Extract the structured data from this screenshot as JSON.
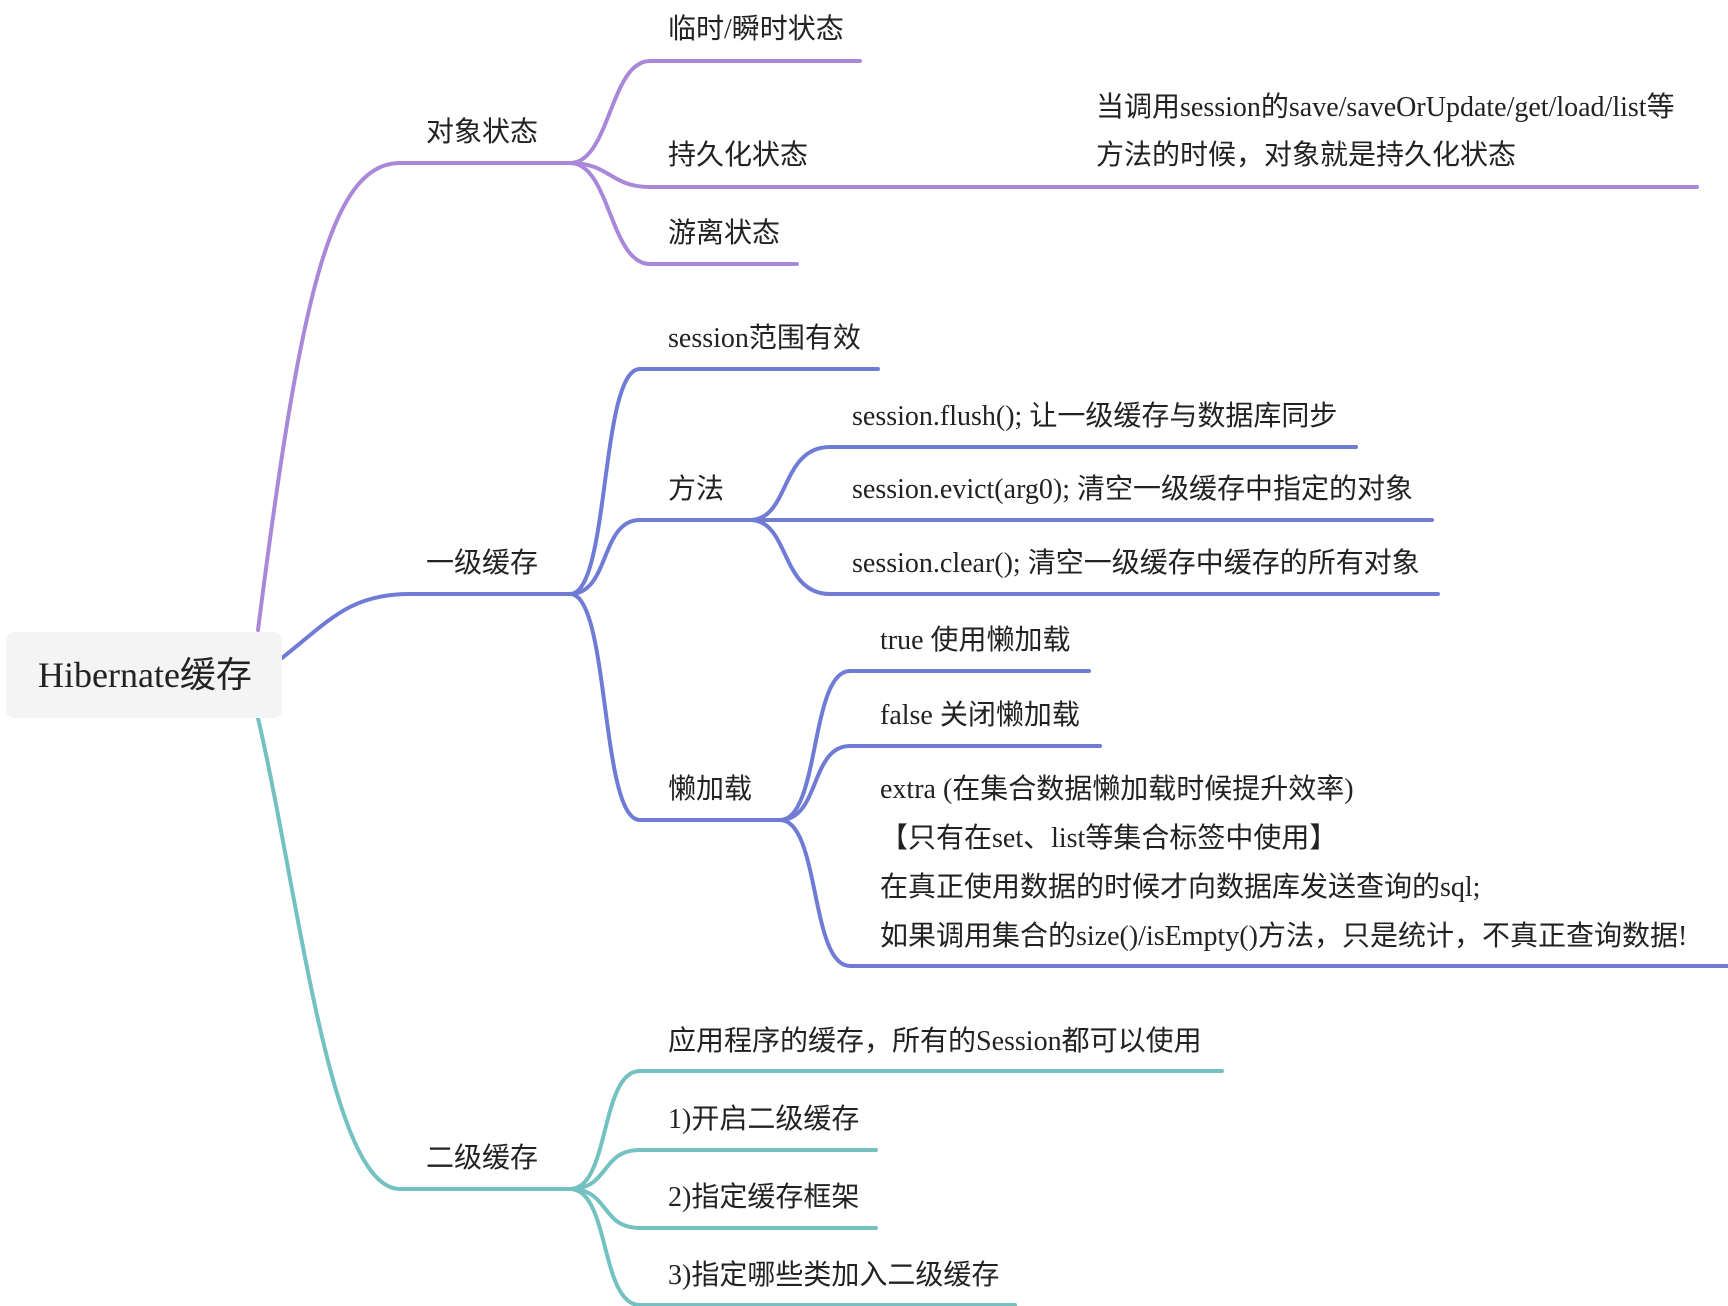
{
  "colors": {
    "purple": "#A988DA",
    "blue": "#6F7BD4",
    "teal": "#73C1C1",
    "root_fill": "#F4F4F4",
    "text": "#222222"
  },
  "root": {
    "label": "Hibernate缓存"
  },
  "branches": [
    {
      "label": "对象状态",
      "color": "purple",
      "children": [
        {
          "label": "临时/瞬时状态"
        },
        {
          "label": "持久化状态",
          "note": [
            "当调用session的save/saveOrUpdate/get/load/list等",
            "方法的时候，对象就是持久化状态"
          ]
        },
        {
          "label": "游离状态"
        }
      ]
    },
    {
      "label": "一级缓存",
      "color": "blue",
      "children": [
        {
          "label": "session范围有效"
        },
        {
          "label": "方法",
          "children": [
            {
              "label": "session.flush(); 让一级缓存与数据库同步"
            },
            {
              "label": "session.evict(arg0); 清空一级缓存中指定的对象"
            },
            {
              "label": "session.clear(); 清空一级缓存中缓存的所有对象"
            }
          ]
        },
        {
          "label": "懒加载",
          "children": [
            {
              "label": "true 使用懒加载"
            },
            {
              "label": "false 关闭懒加载"
            },
            {
              "lines": [
                "extra (在集合数据懒加载时候提升效率)",
                "【只有在set、list等集合标签中使用】",
                "在真正使用数据的时候才向数据库发送查询的sql;",
                "如果调用集合的size()/isEmpty()方法，只是统计，不真正查询数据!"
              ]
            }
          ]
        }
      ]
    },
    {
      "label": "二级缓存",
      "color": "teal",
      "children": [
        {
          "label": "应用程序的缓存，所有的Session都可以使用"
        },
        {
          "label": "1)开启二级缓存"
        },
        {
          "label": "2)指定缓存框架"
        },
        {
          "label": "3)指定哪些类加入二级缓存"
        }
      ]
    }
  ]
}
